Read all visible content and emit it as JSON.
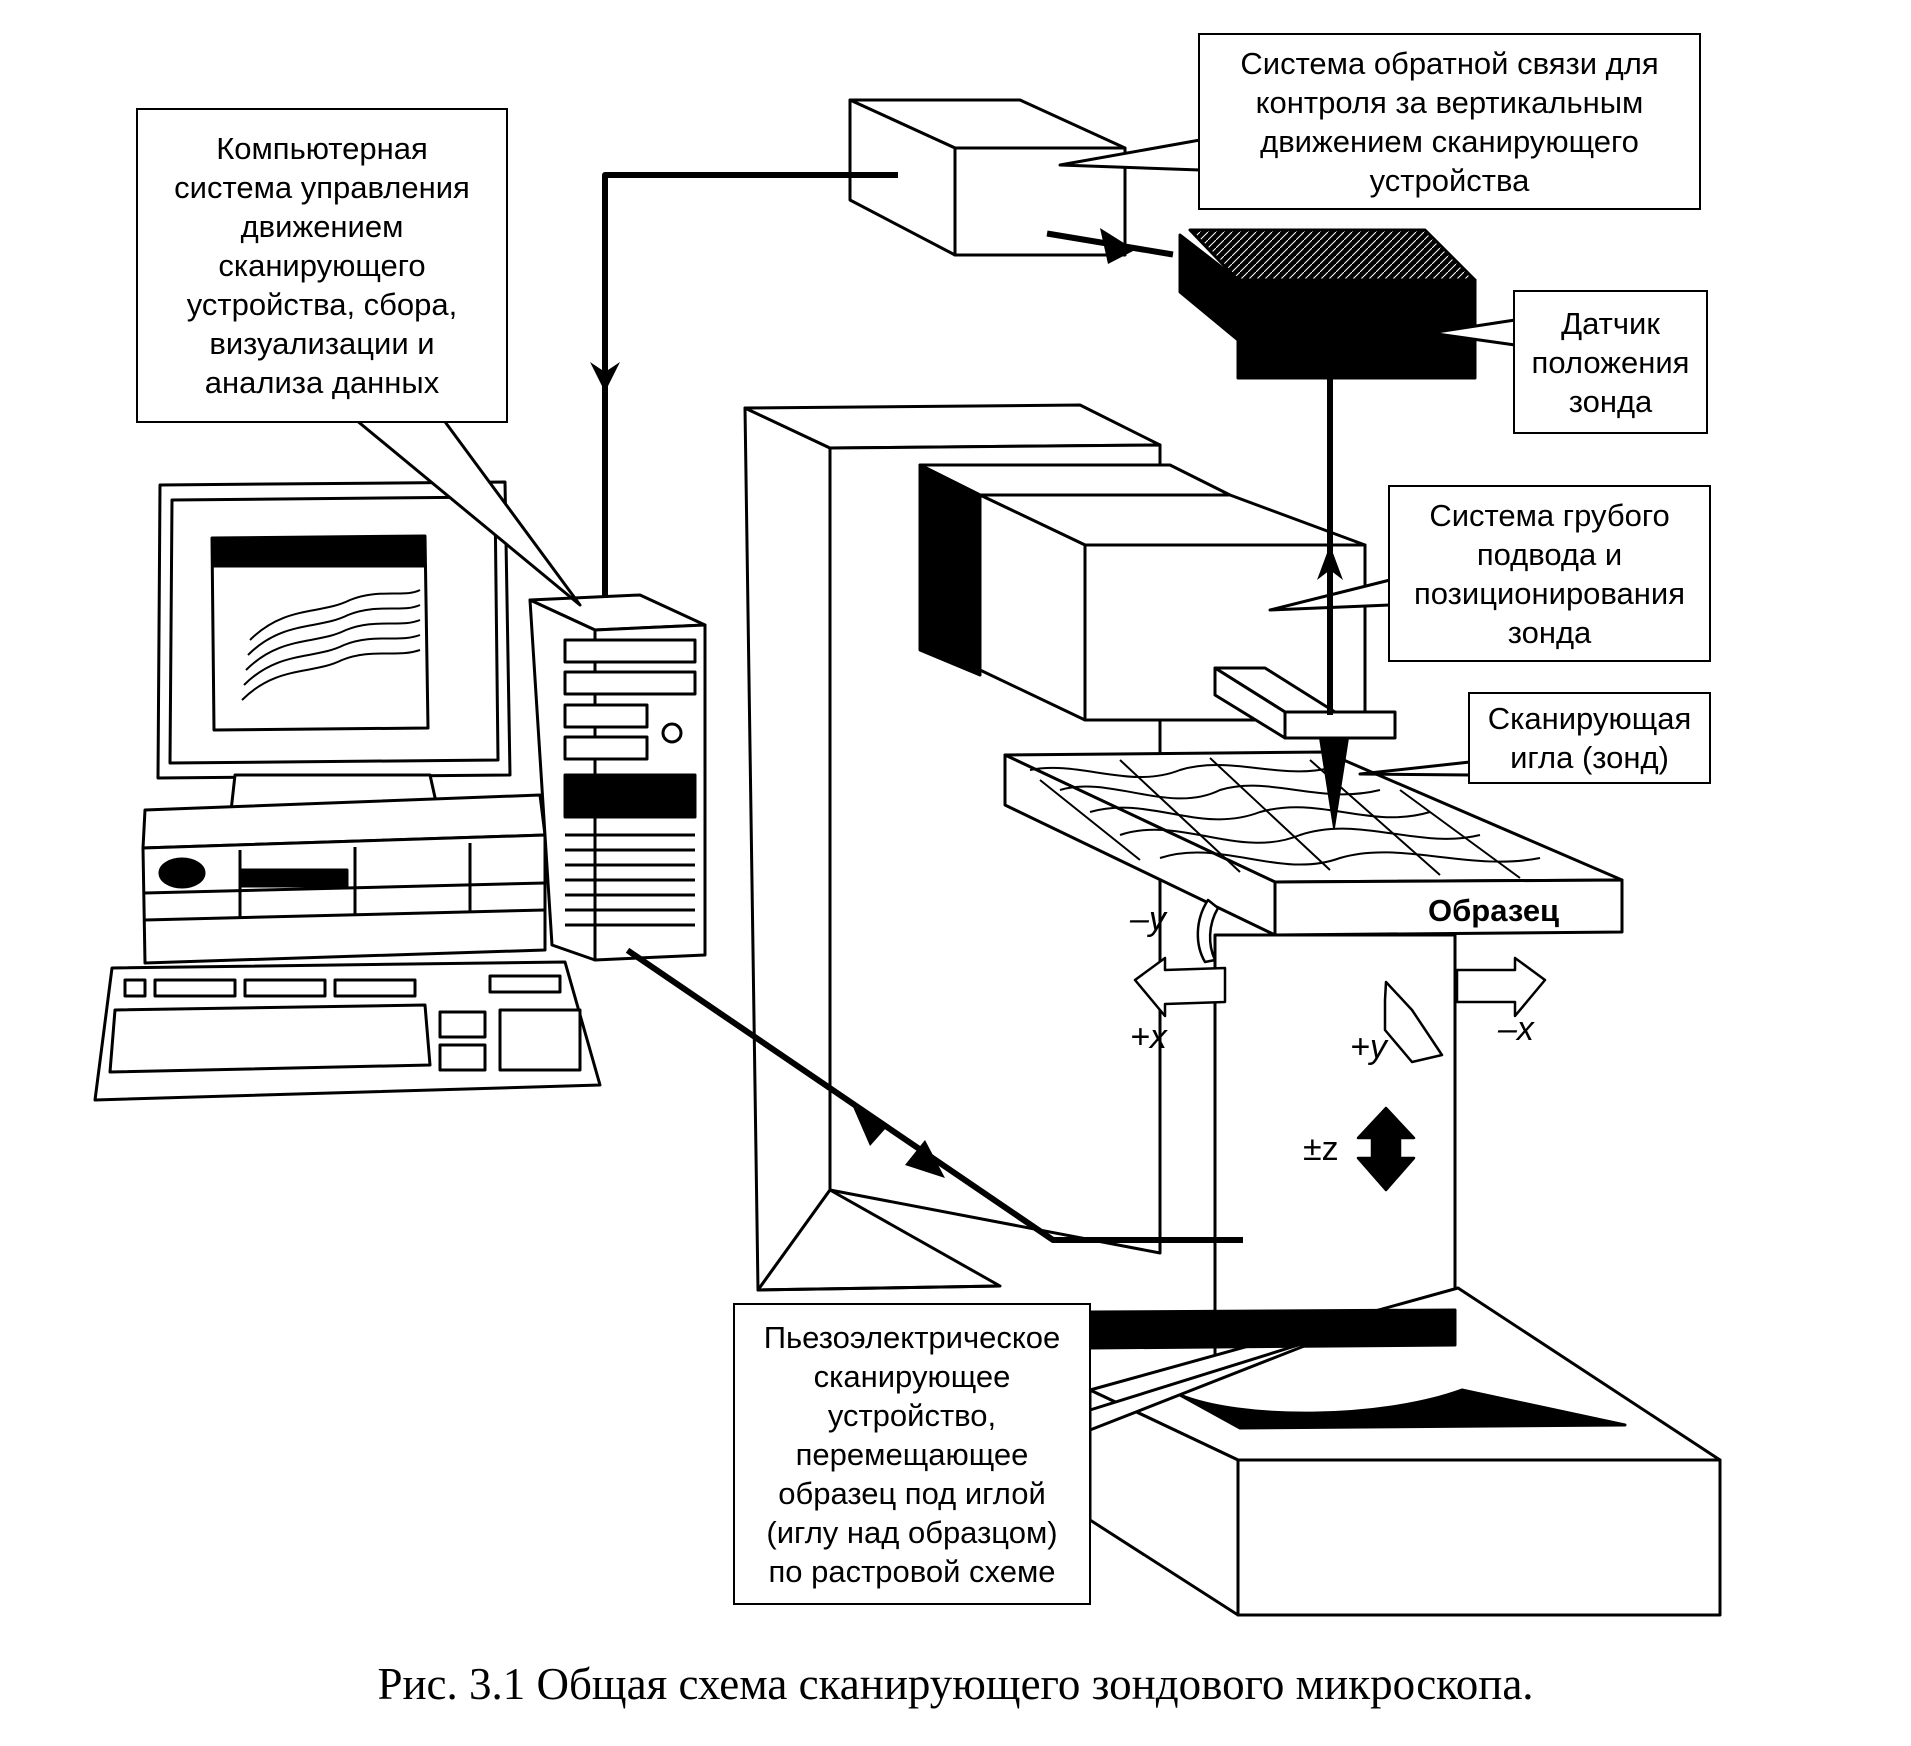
{
  "callouts": {
    "computer": [
      "Компьютерная",
      "система управления",
      "движением",
      "сканирующего",
      "устройства, сбора,",
      "визуализации и",
      "анализа данных"
    ],
    "feedback": [
      "Система обратной связи для",
      "контроля за вертикальным",
      "движением сканирующего",
      "устройства"
    ],
    "sensor": [
      "Датчик",
      "положения",
      "зонда"
    ],
    "coarse": [
      "Система грубого",
      "подвода и",
      "позиционирования",
      "зонда"
    ],
    "needle": [
      "Сканирующая",
      "игла (зонд)"
    ],
    "piezo": [
      "Пьезоэлектрическое",
      "сканирующее",
      "устройство,",
      "перемещающее",
      "образец под иглой",
      "(иглу над образцом)",
      "по растровой схеме"
    ]
  },
  "labels": {
    "sample": "Образец",
    "minus_y": "–y",
    "plus_x": "+x",
    "plus_y": "+y",
    "minus_x": "–x",
    "z": "±z"
  },
  "caption": "Рис. 3.1 Общая схема сканирующего зондового микроскопа."
}
